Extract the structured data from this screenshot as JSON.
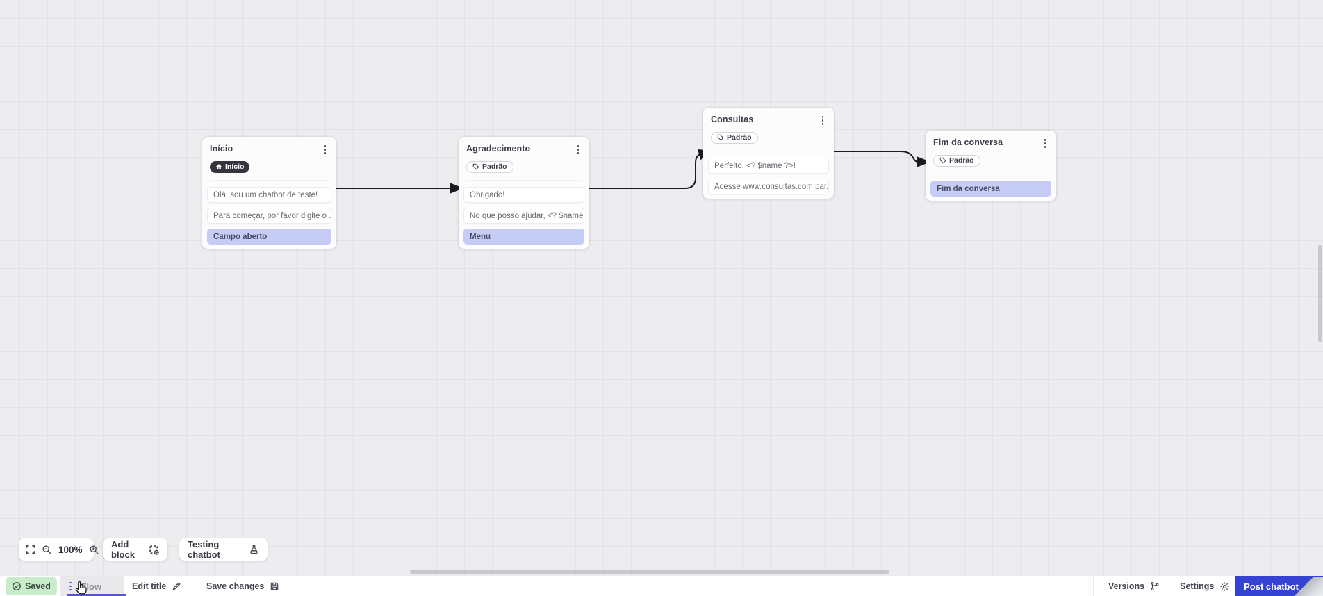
{
  "canvas": {
    "nodes": [
      {
        "title": "Início",
        "badge": {
          "label": "Início",
          "type": "start"
        },
        "cards": [
          {
            "text": "Olá, sou um chatbot de teste!",
            "variant": "white"
          },
          {
            "text": "Para começar, por favor digite o ...",
            "variant": "white"
          },
          {
            "text": "Campo aberto",
            "variant": "lavender"
          }
        ]
      },
      {
        "title": "Agradecimento",
        "badge": {
          "label": "Padrão",
          "type": "default"
        },
        "cards": [
          {
            "text": "Obrigado!",
            "variant": "white"
          },
          {
            "text": "No que posso ajudar, <? $name ...",
            "variant": "white"
          },
          {
            "text": "Menu",
            "variant": "lavender"
          }
        ]
      },
      {
        "title": "Consultas",
        "badge": {
          "label": "Padrão",
          "type": "default"
        },
        "cards": [
          {
            "text": "Perfeito, <? $name ?>!",
            "variant": "white"
          },
          {
            "text": "Acesse www.consultas.com par...",
            "variant": "white"
          }
        ]
      },
      {
        "title": "Fim da conversa",
        "badge": {
          "label": "Padrão",
          "type": "default"
        },
        "cards": [
          {
            "text": "Fim da conversa",
            "variant": "lavender"
          }
        ]
      }
    ]
  },
  "toolbar": {
    "zoom_level": "100%",
    "add_block_label": "Add block",
    "testing_label": "Testing chatbot"
  },
  "bottombar": {
    "saved_label": "Saved",
    "flow_tab_label": "Flow",
    "edit_title_label": "Edit title",
    "save_changes_label": "Save changes",
    "versions_label": "Versions",
    "settings_label": "Settings",
    "post_label": "Post chatbot"
  },
  "icons": {
    "node_menu": "kebab-vertical",
    "start_badge": "home-icon",
    "default_badge": "tag-icon",
    "fullscreen": "fullscreen-icon",
    "zoom_out": "magnifier-minus",
    "zoom_in": "magnifier-plus",
    "add_block": "dashed-square-plus",
    "testing": "flask-icon",
    "saved": "check-circle",
    "edit_title": "pencil-icon",
    "save_changes": "floppy-icon",
    "versions": "git-branch-icon",
    "settings": "gear-icon",
    "post": "upload-icon"
  },
  "colors": {
    "accent_purple": "#5752d8",
    "post_button_blue": "#3443d2",
    "saved_green_bg": "#c9ecca",
    "lavender_card": "#c5ccf6",
    "dark_badge": "#35353f",
    "connection_line": "#1b1b1f",
    "canvas_bg": "#edecef"
  }
}
